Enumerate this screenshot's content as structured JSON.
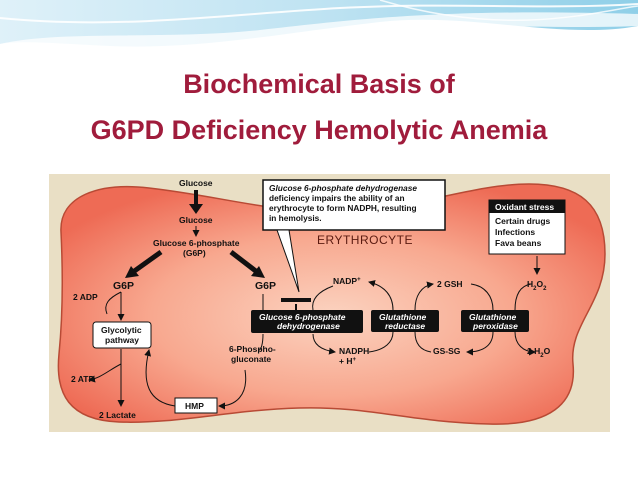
{
  "slide": {
    "title_line1": "Biochemical Basis of",
    "title_line2": "G6PD Deficiency Hemolytic Anemia",
    "title_color": "#a01c3c"
  },
  "diagram": {
    "cell_label": "ERYTHROCYTE",
    "glucose_outside": "Glucose",
    "glucose_inside": "Glucose",
    "g6p_line1": "Glucose 6-phosphate",
    "g6p_line2": "(G6P)",
    "g6p_left": "G6P",
    "g6p_right": "G6P",
    "adp": "2 ADP",
    "atp": "2 ATP",
    "lactate": "2 Lactate",
    "glycolytic_line1": "Glycolytic",
    "glycolytic_line2": "pathway",
    "hmp": "HMP",
    "phosphogluconate_line1": "6-Phospho-",
    "phosphogluconate_line2": "gluconate",
    "nadp": "NADP",
    "nadp_sup": "+",
    "nadph": "NADPH",
    "h_plus": "+ H",
    "h_sup": "+",
    "gsh": "2 GSH",
    "gssg": "GS-SG",
    "h2o2": "H",
    "h2o2_sub": "2",
    "h2o2_end": "O",
    "h2o2_sub2": "2",
    "water": "2 H",
    "water_sub": "2",
    "water_end": "O",
    "enzymes": {
      "g6pd_line1": "Glucose 6-phosphate",
      "g6pd_line2": "dehydrogenase",
      "gr_line1": "Glutathione",
      "gr_line2": "reductase",
      "gp_line1": "Glutathione",
      "gp_line2": "peroxidase"
    },
    "callout": {
      "line1": "Glucose 6-phosphate dehydrogenase",
      "line2": "deficiency impairs the ability of an",
      "line3": "erythrocyte to form NADPH, resulting",
      "line4": "in hemolysis."
    },
    "oxidant": {
      "header": "Oxidant stress",
      "item1": "Certain drugs",
      "item2": "Infections",
      "item3": "Fava beans"
    },
    "colors": {
      "cell_fill": "#f07a63",
      "cell_core": "#fbd0bd",
      "background": "#e9dfc5",
      "enzyme_box": "#111111"
    }
  }
}
